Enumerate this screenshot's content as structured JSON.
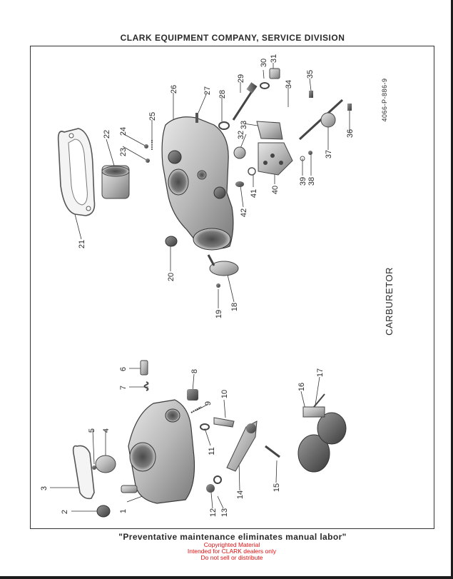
{
  "header": {
    "title": "CLARK EQUIPMENT COMPANY, SERVICE DIVISION"
  },
  "figure": {
    "title": "CARBURETOR",
    "plate_code": "4066-P-886-9",
    "callouts": [
      "1",
      "2",
      "3",
      "4",
      "5",
      "6",
      "7",
      "8",
      "9",
      "10",
      "11",
      "12",
      "13",
      "14",
      "15",
      "16",
      "17",
      "18",
      "19",
      "20",
      "21",
      "22",
      "23",
      "24",
      "25",
      "26",
      "27",
      "28",
      "29",
      "30",
      "31",
      "32",
      "33",
      "34",
      "35",
      "36",
      "37",
      "38",
      "39",
      "40",
      "41",
      "42"
    ]
  },
  "footer": {
    "quote": "\"Preventative maintenance eliminates manual labor\"",
    "notice_line1": "Copyrighted Material",
    "notice_line2": "Intended for CLARK dealers only",
    "notice_line3": "Do not sell or distribute"
  },
  "colors": {
    "ink": "#2b2b2b",
    "notice_red": "#e01010",
    "frame": "#1c1c1c"
  }
}
